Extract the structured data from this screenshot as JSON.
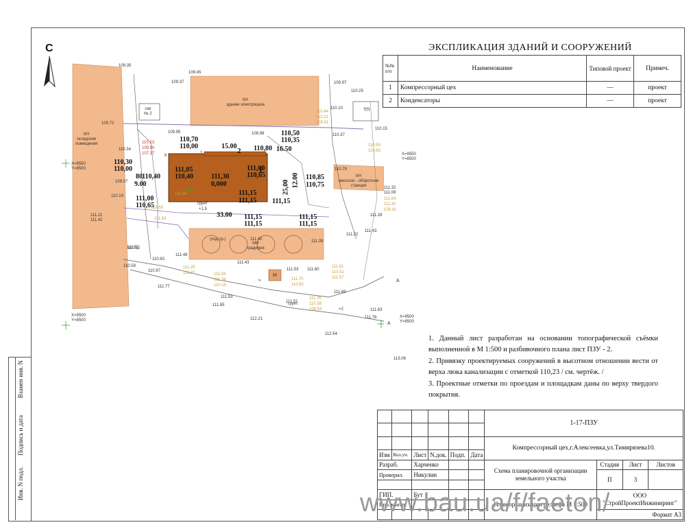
{
  "north_label": "С",
  "explication": {
    "title": "ЭКСПЛИКАЦИЯ ЗДАНИЙ И СООРУЖЕНИЙ",
    "headers": {
      "num": "№№ п/п",
      "name": "Наименование",
      "type": "Типовой проект",
      "note": "Примеч."
    },
    "rows": [
      {
        "num": "1",
        "name": "Компрессорный цех",
        "type": "—",
        "note": "проект"
      },
      {
        "num": "2",
        "name": "Конденсаторы",
        "type": "—",
        "note": "проект"
      }
    ]
  },
  "notes": [
    "1. Данный лист разработан на основании топографической съёмки выполненной в М 1:500 и разбивочного плана   лист  ПЗУ - 2.",
    "2. Привязку проектируемых сооружений в высотном отношении вести от верха люка канализации с отметкой 110,23 / см. чертёж. /",
    "3. Проектные отметки по проездам и площадкам даны по верху твердого покрытия."
  ],
  "side_labels": [
    "Инв. N подл.",
    "Подпись и дата",
    "Взамен инв. N"
  ],
  "stamp": {
    "code": "1-17-ПЗУ",
    "object": "Компрессорный цех,г.Алексеевка,ул.Тимирязева10.",
    "header_cols": [
      "Изм",
      "Кол.уч.",
      "Лист",
      "N.док.",
      "Подп.",
      "Дата"
    ],
    "people": [
      {
        "role": "Разраб.",
        "name": "Харченко"
      },
      {
        "role": "Проверил.",
        "name": "Никулин"
      },
      {
        "role": "",
        "name": ""
      },
      {
        "role": "ГИП.",
        "name": "Бут"
      },
      {
        "role": "Нор. контр.",
        "name": ""
      }
    ],
    "scheme_title": "Схема планировочной организации земельного участка",
    "stage_label": "Стадия",
    "sheet_label": "Лист",
    "sheets_label": "Листов",
    "stage": "П",
    "sheet": "3",
    "sheets": "",
    "plan_title": "План организации рельефа М 1:500",
    "company": "ООО \"СтройПроектИнжиниринг\"",
    "format": "Формат   А3"
  },
  "plan": {
    "buildings": {
      "warehouse": [
        "КН",
        "складские",
        "помещения"
      ],
      "electro": [
        "КН",
        "здание электроцеха"
      ],
      "well": [
        "скв",
        "№ 2"
      ],
      "butter": [
        "КН",
        "масосно - оборотная",
        "станция"
      ],
      "tp": "ТП",
      "tanks": [
        "МН",
        "градирня"
      ],
      "tanks_small": "(под тр.)",
      "m_label": "М",
      "cond_num": "2",
      "main_num": "1"
    },
    "coords": [
      "Х=9550",
      "Y=8500",
      "Х=9550",
      "Y=8500",
      "Х=9500",
      "Y=8500",
      "Х=9500",
      "Y=8500"
    ],
    "black_marks": [
      "110,70",
      "110,00",
      "110,50",
      "110,35",
      "15.00",
      "110,80",
      "16.50",
      "111,00",
      "110,65",
      "111,05",
      "110,40",
      "111,30",
      "0,000",
      "110,85",
      "110,75",
      "110,30",
      "110,00",
      "80",
      "110,40",
      "9.00",
      "111,00",
      "110,65",
      "111,15",
      "111,15",
      "111,15",
      "33.00",
      "111,15",
      "111,15",
      "111,15",
      "111,15",
      "25,00",
      "12.00"
    ],
    "grey_marks": [
      "109.35",
      "109.45",
      "109.37",
      "109.97",
      "110.10",
      "110.25",
      "109.72",
      "109.95",
      "109.99",
      "110.37",
      "110.15",
      "110.34",
      "109.97",
      "110.19",
      "110.79",
      "111.32",
      "111.08",
      "111.21",
      "111.42",
      "111.22",
      "111.39",
      "111.52",
      "111.43",
      "111.48",
      "111.53",
      "111.60",
      "110.83",
      "110.59",
      "110.97",
      "111.77",
      "111.53",
      "111.51",
      "111.85",
      "112.21",
      "112.54",
      "113.06",
      "111.69",
      "111.83",
      "111.78",
      "111.28",
      "111.43",
      "111.40",
      "110.52"
    ],
    "yellow_marks": [
      "110.44",
      "110.21",
      "109.91",
      "110.55",
      "110.63",
      "111.84",
      "111.30",
      "109.81",
      "111.04",
      "110.65",
      "111.25",
      "111.59",
      "111.32",
      "111.34",
      "110.15",
      "111.70",
      "110.62",
      "111.76",
      "110.58",
      "109.54",
      "111.61",
      "110.51",
      "111.57",
      "111.63"
    ],
    "red_marks": [
      "110.23",
      "109.90",
      "107.37"
    ],
    "misc": [
      "грунт",
      "грунт",
      "+2",
      "+1.5",
      "А",
      "А",
      "ч",
      "1",
      "К"
    ]
  },
  "watermark": "www.bau.ua/f/faeton/",
  "colors": {
    "site_fill": "#f2b98c",
    "building_fill": "#b5601f",
    "road_line": "#8a6fb3",
    "mark_yellow": "#c8a23a"
  }
}
